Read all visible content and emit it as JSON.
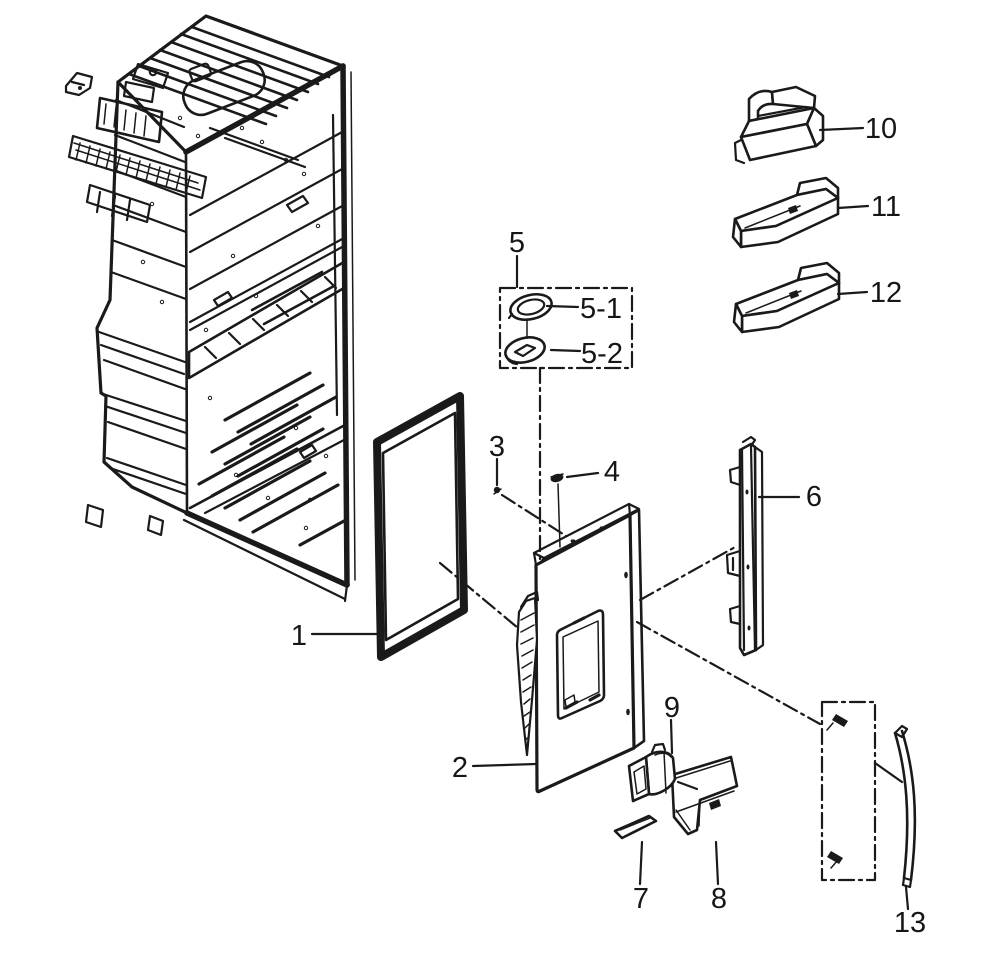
{
  "diagram": {
    "colors": {
      "line": "#1a1a1a",
      "paper": "#ffffff"
    }
  },
  "callouts": [
    {
      "part": "1"
    },
    {
      "part": "2"
    },
    {
      "part": "3"
    },
    {
      "part": "4"
    },
    {
      "part": "5"
    },
    {
      "part": "5-1"
    },
    {
      "part": "5-2"
    },
    {
      "part": "6"
    },
    {
      "part": "7"
    },
    {
      "part": "8"
    },
    {
      "part": "9"
    },
    {
      "part": "10"
    },
    {
      "part": "11"
    },
    {
      "part": "12"
    },
    {
      "part": "13"
    }
  ]
}
